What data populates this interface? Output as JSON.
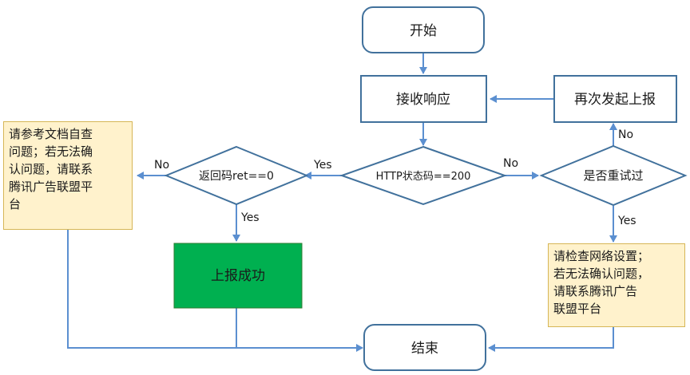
{
  "nodes": {
    "start": "开始",
    "receive": "接收响应",
    "retry_report": "再次发起上报",
    "http_check": "HTTP状态码==200",
    "ret_check": "返回码ret==0",
    "retry_check": "是否重试过",
    "success": "上报成功",
    "end": "结束",
    "note_left": "请参考文档自查\n问题；若无法确\n认问题，请联系\n腾讯广告联盟平\n台",
    "note_right": "请检查网络设置；\n若无法确认问题，\n请联系腾讯广告\n联盟平台"
  },
  "edge_labels": {
    "http_yes": "Yes",
    "http_no": "No",
    "ret_no": "No",
    "ret_yes": "Yes",
    "retry_no": "No",
    "retry_yes": "Yes"
  },
  "colors": {
    "line": "#5b8fd0",
    "box_border": "#41719c",
    "success_fill": "#00b050",
    "note_fill": "#fff2cc"
  }
}
